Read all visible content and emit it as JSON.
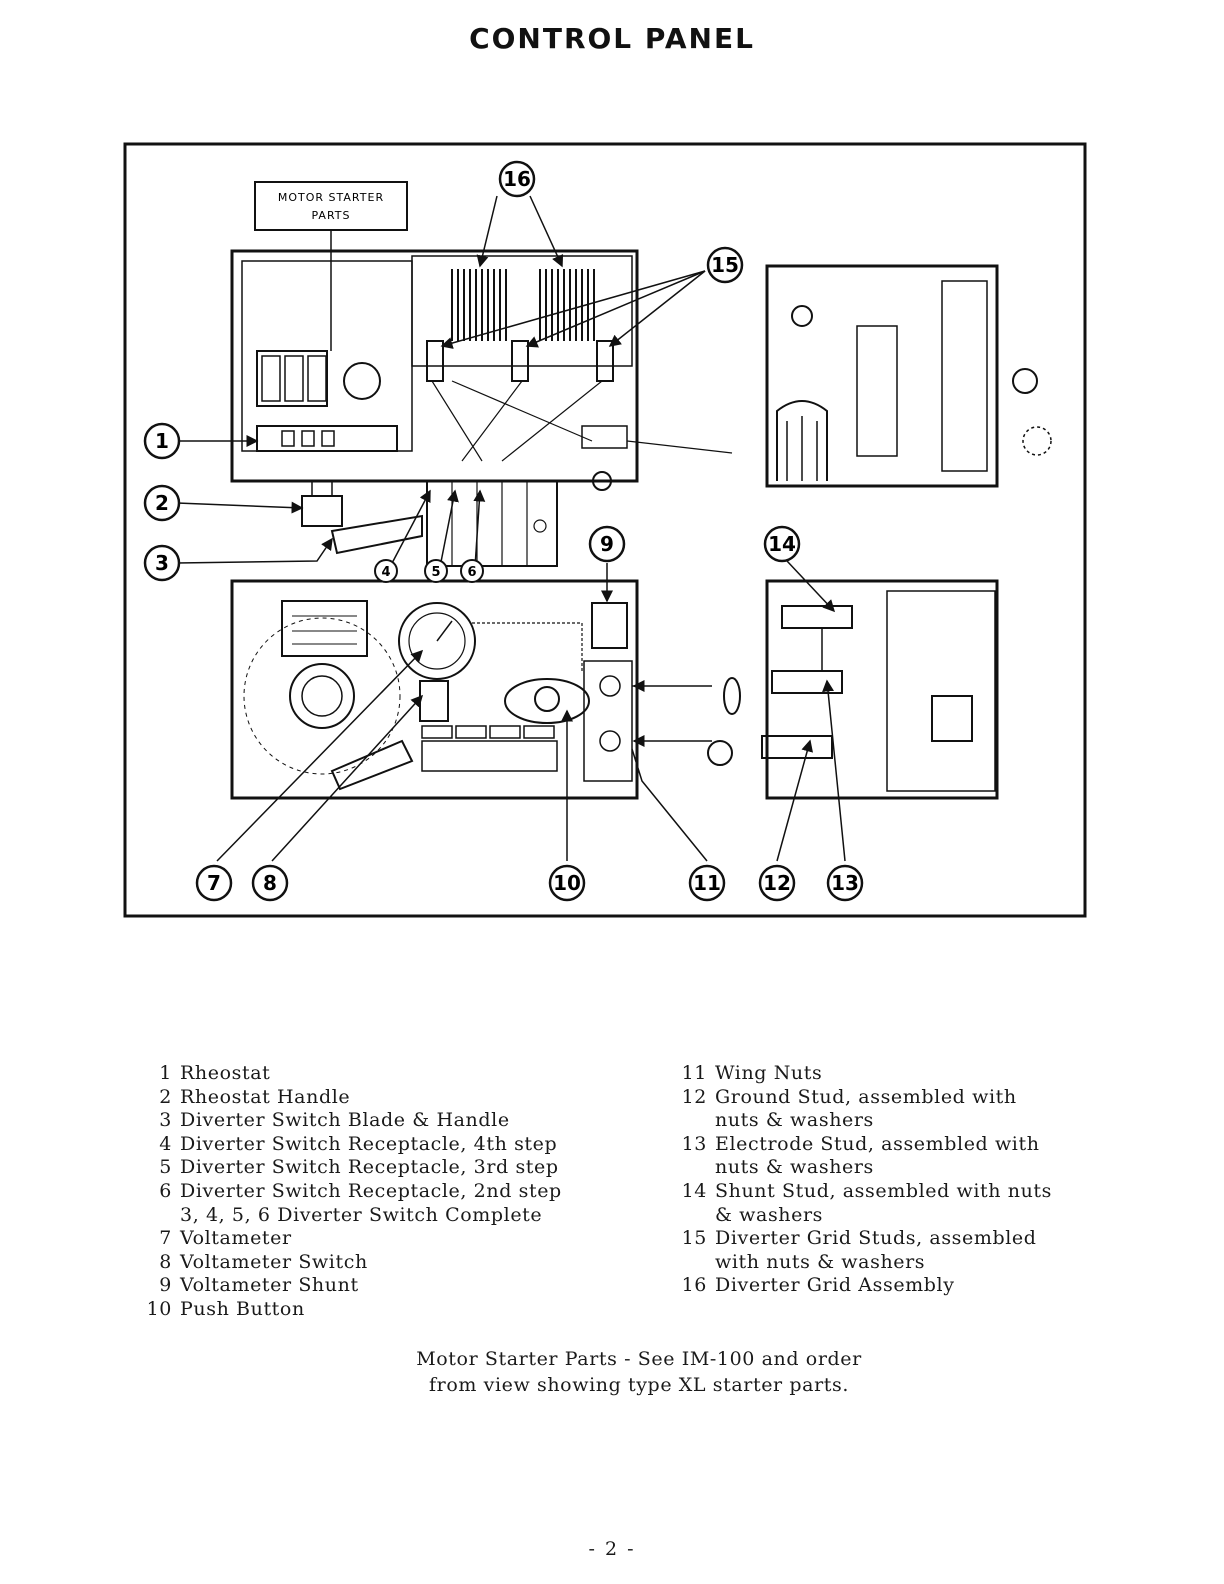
{
  "page": {
    "title": "CONTROL PANEL",
    "page_number": "- 2 -"
  },
  "figure": {
    "box_label_line1": "MOTOR STARTER",
    "box_label_line2": "PARTS",
    "callouts": [
      "1",
      "2",
      "3",
      "4",
      "5",
      "6",
      "7",
      "8",
      "9",
      "10",
      "11",
      "12",
      "13",
      "14",
      "15",
      "16"
    ]
  },
  "legend": {
    "left": [
      {
        "num": "1",
        "text": "Rheostat"
      },
      {
        "num": "2",
        "text": "Rheostat Handle"
      },
      {
        "num": "3",
        "text": "Diverter Switch Blade & Handle"
      },
      {
        "num": "4",
        "text": "Diverter Switch Receptacle, 4th step"
      },
      {
        "num": "5",
        "text": "Diverter Switch Receptacle, 3rd step"
      },
      {
        "num": "6",
        "text": "Diverter Switch Receptacle, 2nd step"
      },
      {
        "num": "",
        "text": "3, 4, 5, 6 Diverter Switch Complete"
      },
      {
        "num": "7",
        "text": "Voltameter"
      },
      {
        "num": "8",
        "text": "Voltameter Switch"
      },
      {
        "num": "9",
        "text": "Voltameter Shunt"
      },
      {
        "num": "10",
        "text": "Push Button"
      }
    ],
    "right": [
      {
        "num": "11",
        "text": "Wing Nuts"
      },
      {
        "num": "12",
        "text": "Ground Stud, assembled with"
      },
      {
        "num": "",
        "text": "nuts & washers"
      },
      {
        "num": "13",
        "text": "Electrode Stud, assembled with"
      },
      {
        "num": "",
        "text": "nuts & washers"
      },
      {
        "num": "14",
        "text": "Shunt Stud, assembled with nuts"
      },
      {
        "num": "",
        "text": "& washers"
      },
      {
        "num": "15",
        "text": "Diverter Grid Studs, assembled"
      },
      {
        "num": "",
        "text": "with nuts & washers"
      },
      {
        "num": "16",
        "text": "Diverter Grid Assembly"
      }
    ]
  },
  "footnote": {
    "line1": "Motor Starter Parts - See IM-100 and order",
    "line2": "from view showing type XL starter parts."
  }
}
